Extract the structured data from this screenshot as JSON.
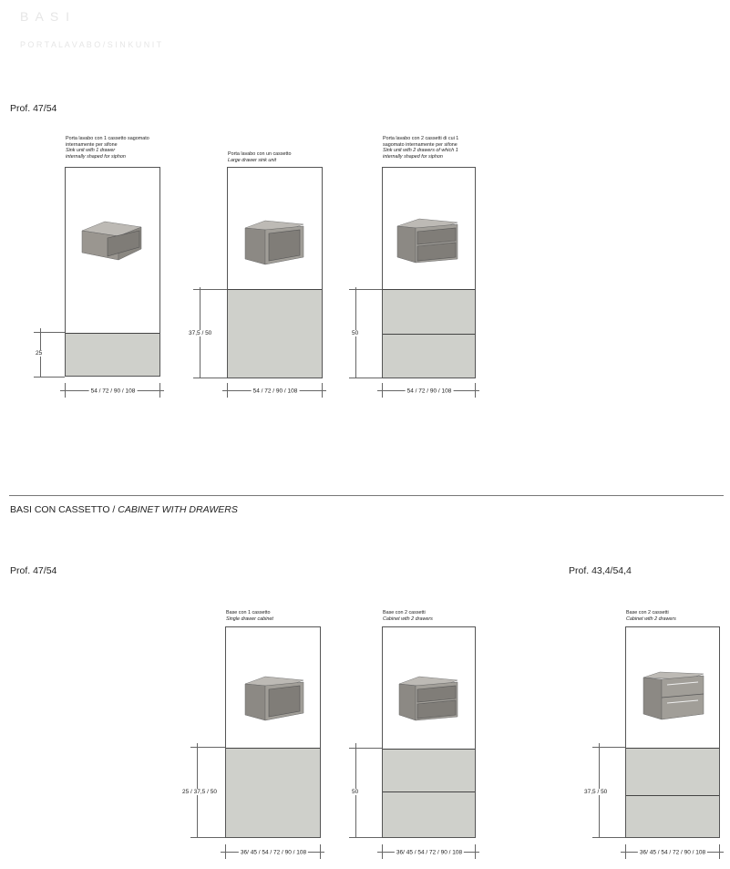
{
  "header": {
    "faint_title": "B A S I",
    "faint_subtitle": "P O R T A   L A V A B O   /   S I N K   U N I T"
  },
  "top_section": {
    "prof_label": "Prof. 47/54",
    "units": [
      {
        "caption_it": [
          "Porta lavabo con 1 cassetto sagomato",
          "internamente per sifone"
        ],
        "caption_en": [
          "Sink unit with 1 drawer",
          "internally shaped for siphon"
        ],
        "height_label": "25",
        "width_label": "54 / 72 / 90 / 108",
        "icon": "sink-unit-1-drawer-icon"
      },
      {
        "caption_it": [
          "Porta lavabo con un cassetto"
        ],
        "caption_en": [
          "Large drawer sink unit"
        ],
        "height_label": "37,5 / 50",
        "width_label": "54 / 72 / 90 / 108",
        "icon": "large-drawer-sink-unit-icon"
      },
      {
        "caption_it": [
          "Porta lavabo con 2 cassetti di cui 1",
          "sagomato internamente per sifone"
        ],
        "caption_en": [
          "Sink unit with 2 drawers of which 1",
          "internally shaped for siphon"
        ],
        "height_label": "50",
        "width_label": "54 / 72 / 90 / 108",
        "icon": "sink-unit-2-drawers-icon"
      }
    ]
  },
  "section_title": {
    "it": "BASI CON CASSETTO / ",
    "en": "CABINET WITH DRAWERS"
  },
  "bottom_section": {
    "prof_left": "Prof. 47/54",
    "prof_right": "Prof. 43,4/54,4",
    "units": [
      {
        "caption_it": [
          "Base con 1 cassetto"
        ],
        "caption_en": [
          "Single drawer cabinet"
        ],
        "height_label": "25 / 37,5 / 50",
        "width_label": "36/ 45 / 54 / 72 / 90 / 108",
        "icon": "single-drawer-cabinet-icon"
      },
      {
        "caption_it": [
          "Base con 2 cassetti"
        ],
        "caption_en": [
          "Cabinet with 2 drawers"
        ],
        "height_label": "50",
        "width_label": "36/ 45 / 54 / 72 / 90 / 108",
        "icon": "two-drawer-cabinet-icon"
      },
      {
        "caption_it": [
          "Base con 2 cassetti"
        ],
        "caption_en": [
          "Cabinet with 2 drawers"
        ],
        "height_label": "37,5 / 50",
        "width_label": "36/ 45 / 54 / 72 / 90 / 108",
        "icon": "two-drawer-cabinet-deep-icon"
      }
    ]
  },
  "colors": {
    "drawer_fill": "#cfd0cb",
    "line": "#555555"
  }
}
